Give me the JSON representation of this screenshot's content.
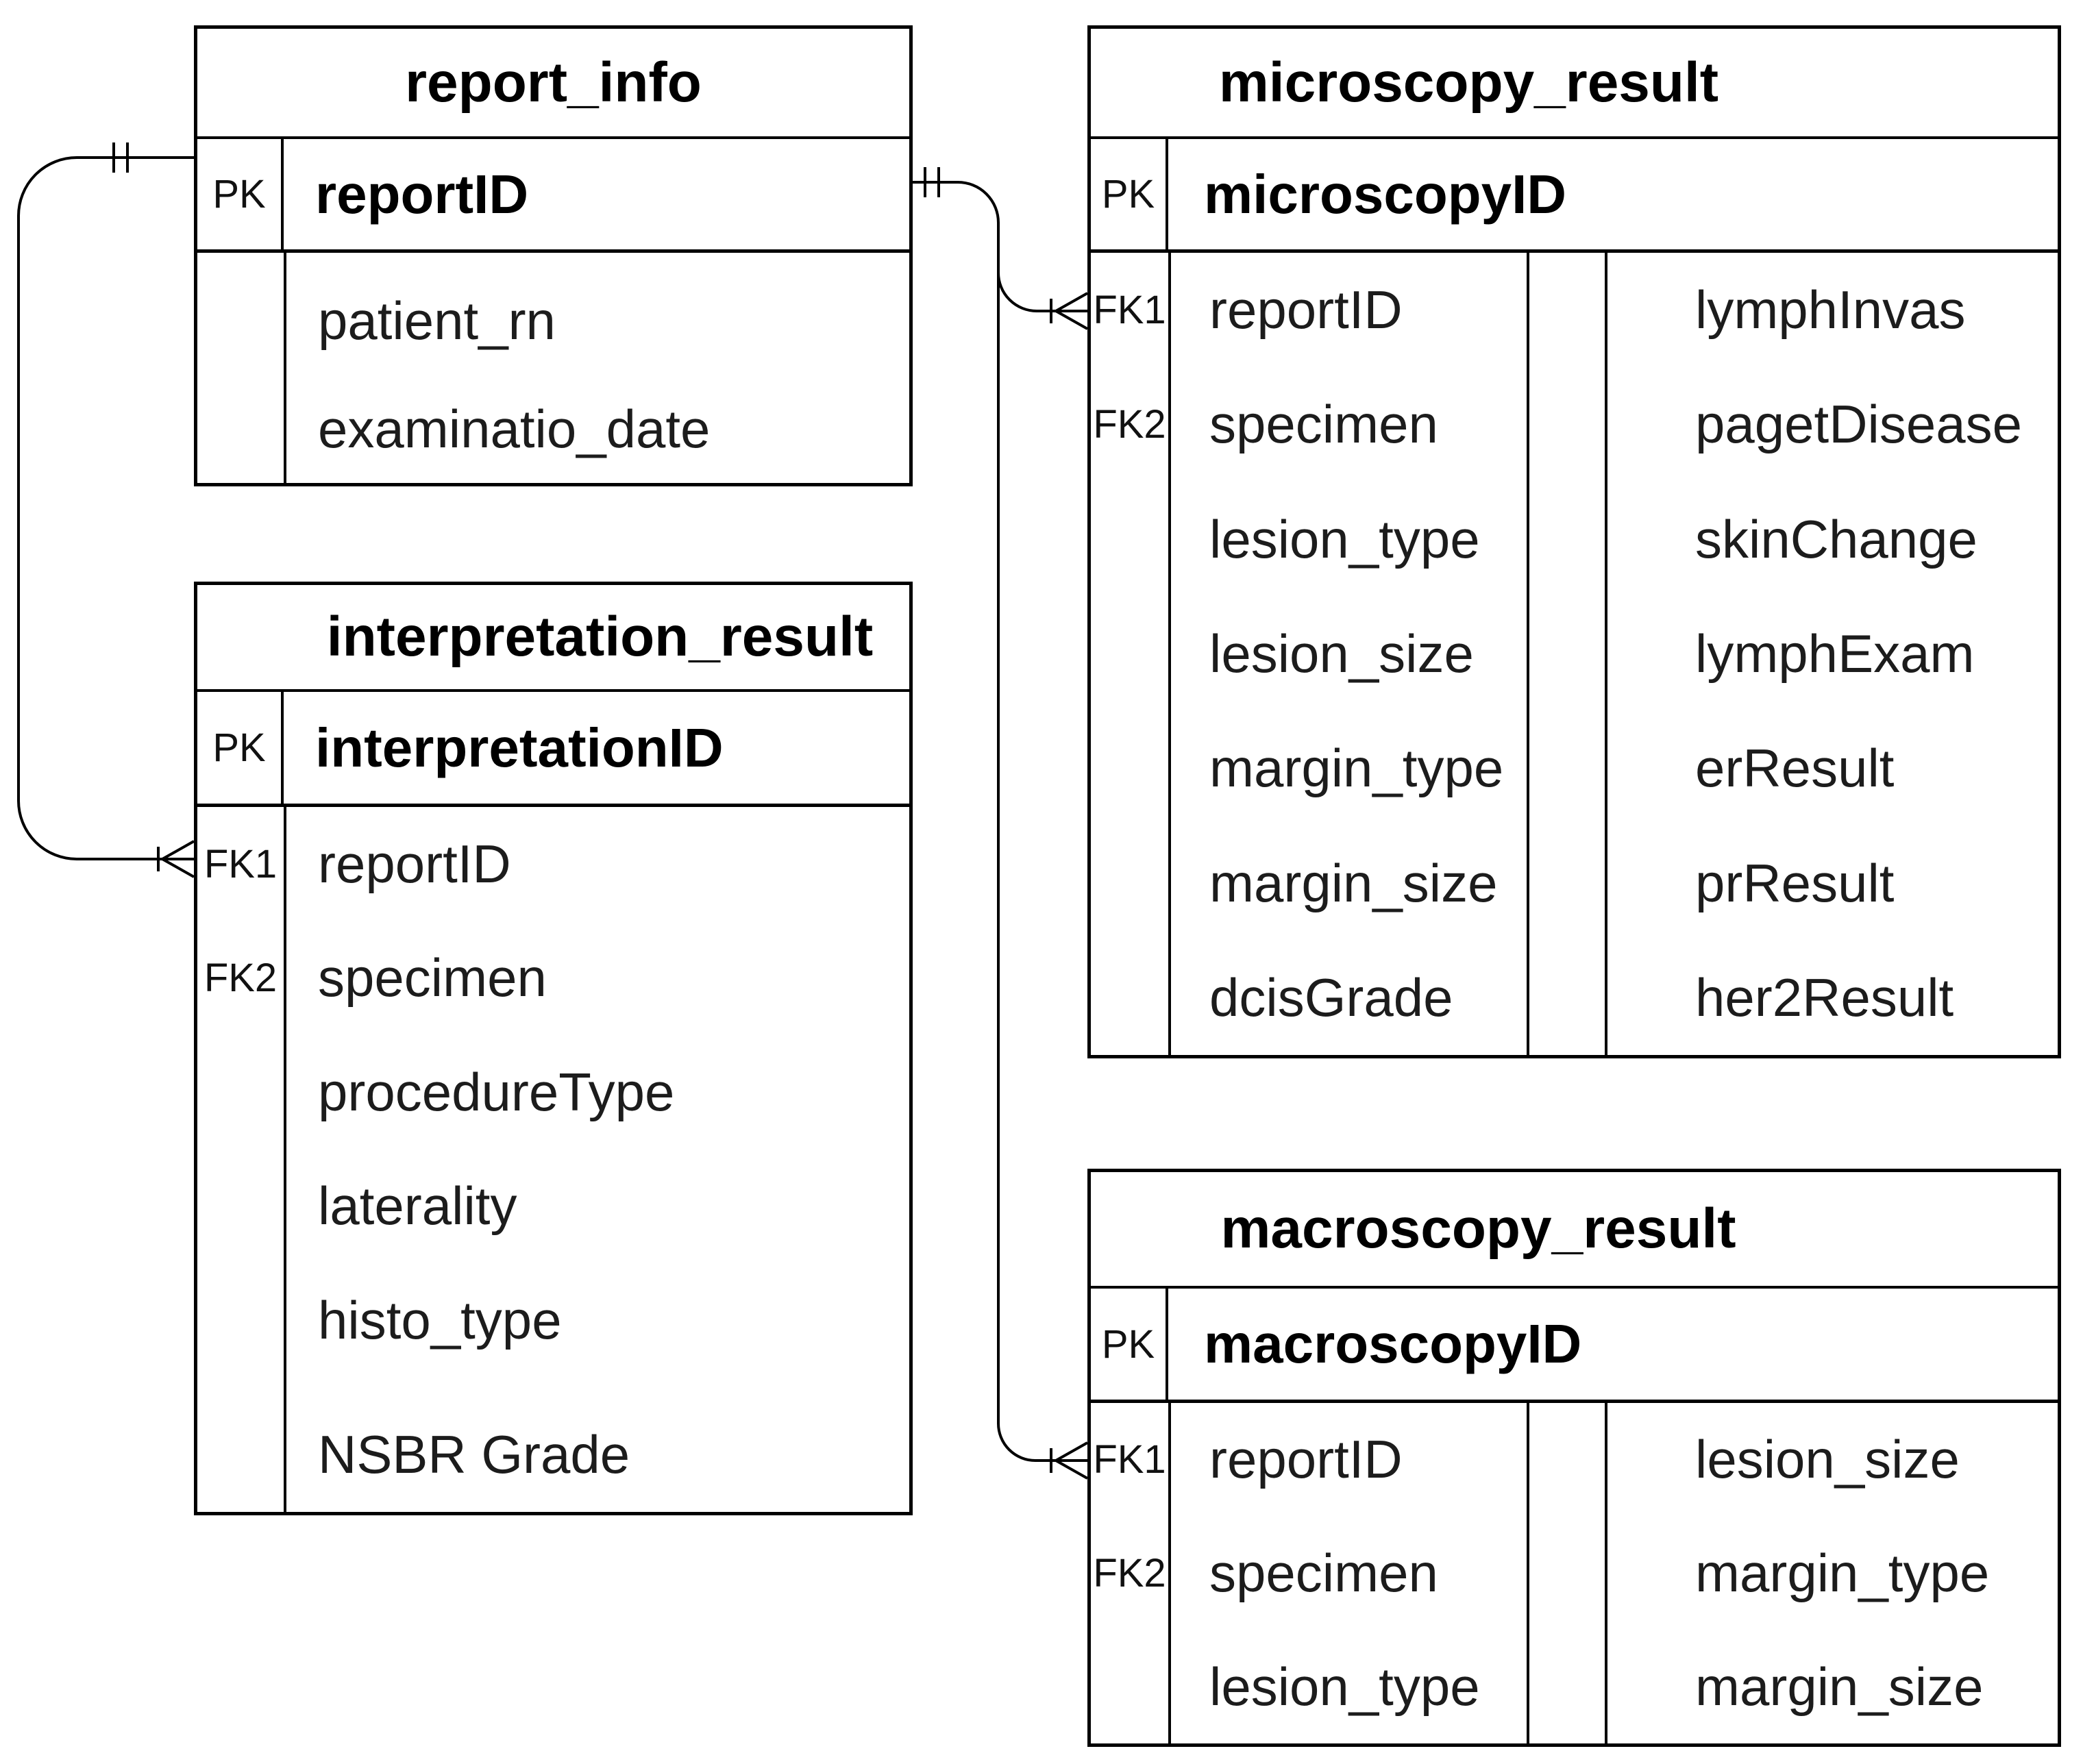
{
  "tables": {
    "report_info": {
      "title": "report_info",
      "pk_label": "PK",
      "pk_field": "reportID",
      "keys": [
        "",
        ""
      ],
      "fields": [
        "patient_rn",
        "examinatio_date"
      ]
    },
    "interpretation_result": {
      "title": "interpretation_result",
      "pk_label": "PK",
      "pk_field": "interpretationID",
      "keys": [
        "FK1",
        "FK2",
        "",
        "",
        "",
        ""
      ],
      "fields": [
        "reportID",
        "specimen",
        "procedureType",
        "laterality",
        "histo_type",
        "NSBR Grade"
      ]
    },
    "microscopy_result": {
      "title": "microscopy_result",
      "pk_label": "PK",
      "pk_field": "microscopyID",
      "left_keys": [
        "FK1",
        "FK2",
        "",
        "",
        "",
        "",
        ""
      ],
      "left_fields": [
        "reportID",
        "specimen",
        "lesion_type",
        "lesion_size",
        "margin_type",
        "margin_size",
        "dcisGrade"
      ],
      "right_fields": [
        "lymphInvas",
        "pagetDisease",
        "skinChange",
        "lymphExam",
        "erResult",
        "prResult",
        "her2Result"
      ]
    },
    "macroscopy_result": {
      "title": "macroscopy_result",
      "pk_label": "PK",
      "pk_field": "macroscopyID",
      "left_keys": [
        "FK1",
        "FK2",
        ""
      ],
      "left_fields": [
        "reportID",
        "specimen",
        "lesion_type"
      ],
      "right_fields": [
        "lesion_size",
        "margin_type",
        "margin_size"
      ]
    }
  },
  "relationships": [
    {
      "from_table": "report_info",
      "from_field": "reportID",
      "to_table": "interpretation_result",
      "to_field": "reportID",
      "from_cardinality": "one-and-only-one",
      "to_cardinality": "many",
      "from_marker": "double-tick",
      "to_marker": "crow-foot"
    },
    {
      "from_table": "report_info",
      "from_field": "reportID",
      "to_table": "microscopy_result",
      "to_field": "reportID",
      "from_cardinality": "one-and-only-one",
      "to_cardinality": "many",
      "from_marker": "double-tick",
      "to_marker": "crow-foot"
    },
    {
      "from_table": "report_info",
      "from_field": "reportID",
      "to_table": "macroscopy_result",
      "to_field": "reportID",
      "from_cardinality": "one-and-only-one",
      "to_cardinality": "many",
      "from_marker": "double-tick",
      "to_marker": "crow-foot"
    }
  ],
  "colors": {
    "line": "#000000",
    "text": "#1c1c1c",
    "title_text": "#000000",
    "background": "#ffffff"
  }
}
